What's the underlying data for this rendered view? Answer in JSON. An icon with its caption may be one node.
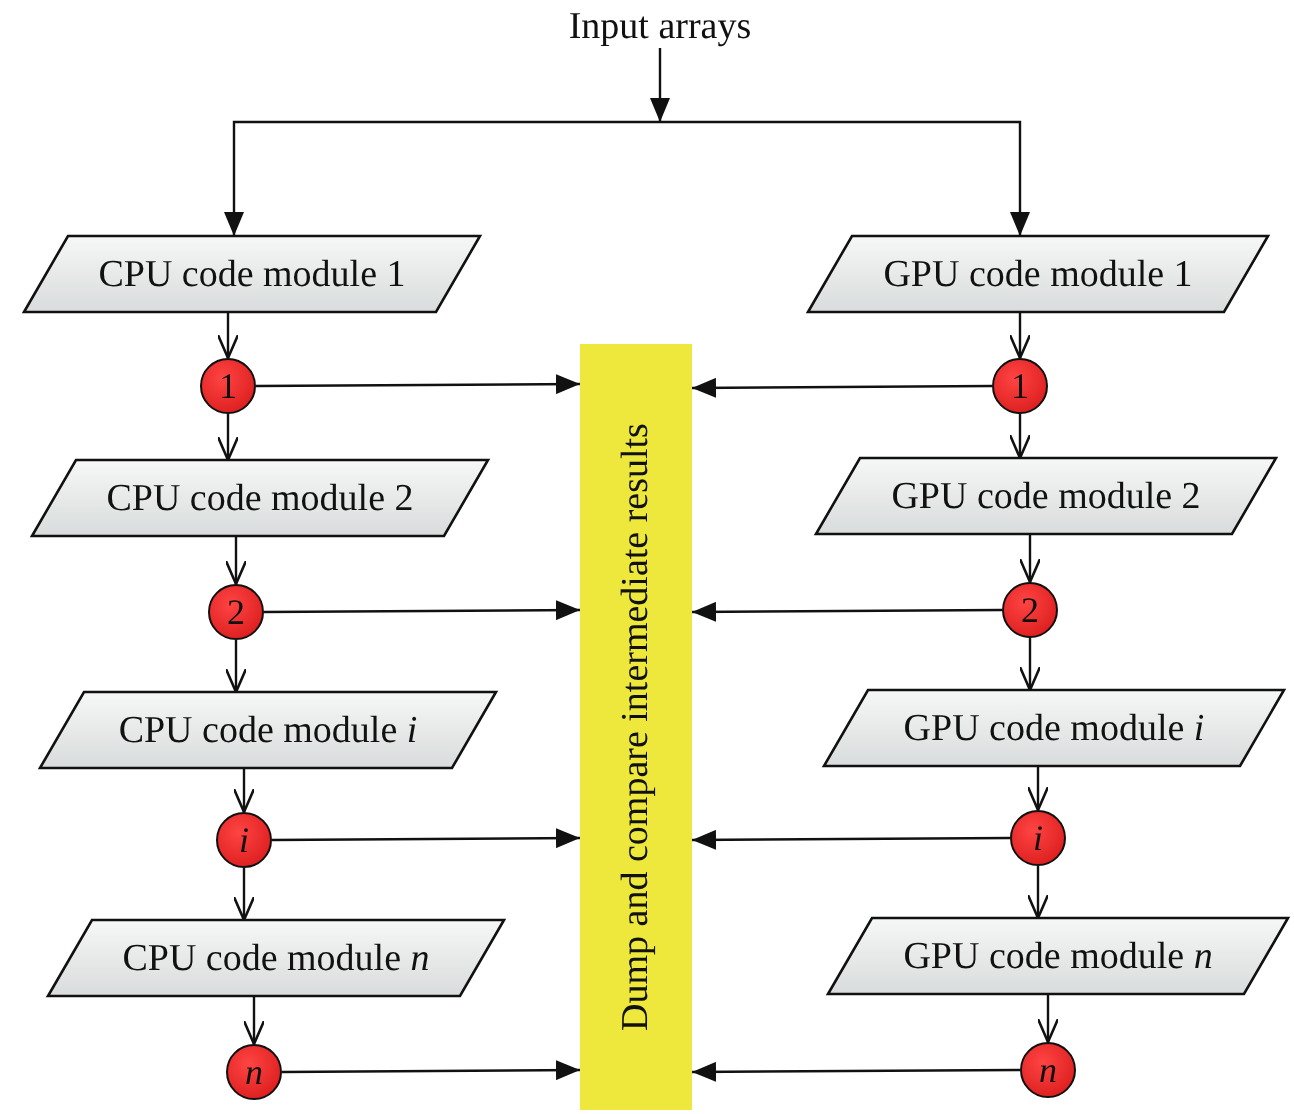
{
  "diagram": {
    "nodes": [
      {
        "text": [
          "Input arrays"
        ]
      },
      {
        "text": [
          "CPU code module 1"
        ]
      },
      {
        "text": [
          "GPU code module 1"
        ]
      },
      {
        "text": [
          "1"
        ]
      },
      {
        "text": [
          "1"
        ]
      },
      {
        "text": [
          "CPU code module 2"
        ]
      },
      {
        "text": [
          "GPU code module 2"
        ]
      },
      {
        "text": [
          "2"
        ]
      },
      {
        "text": [
          "2"
        ]
      },
      {
        "text": [
          "CPU code module *i*"
        ]
      },
      {
        "text": [
          "GPU code module *i*"
        ]
      },
      {
        "text": [
          "*i*"
        ]
      },
      {
        "text": [
          "*i*"
        ]
      },
      {
        "text": [
          "CPU code module *n*"
        ]
      },
      {
        "text": [
          "GPU code module *n*"
        ]
      },
      {
        "text": [
          "*n*"
        ]
      },
      {
        "text": [
          "*n*"
        ]
      },
      {
        "text": [
          "Dump and compare intermediate results"
        ]
      }
    ],
    "edges": [
      {
        "from": 0,
        "to": 1,
        "arrow": "to"
      },
      {
        "from": 0,
        "to": 2,
        "arrow": "to"
      },
      {
        "from": 1,
        "to": 3,
        "arrow": "to"
      },
      {
        "from": 2,
        "to": 4,
        "arrow": "to"
      },
      {
        "from": 3,
        "to": 5,
        "arrow": "to"
      },
      {
        "from": 4,
        "to": 6,
        "arrow": "to"
      },
      {
        "from": 5,
        "to": 7,
        "arrow": "to"
      },
      {
        "from": 6,
        "to": 8,
        "arrow": "to"
      },
      {
        "from": 7,
        "to": 9,
        "arrow": "to"
      },
      {
        "from": 8,
        "to": 10,
        "arrow": "to"
      },
      {
        "from": 9,
        "to": 11,
        "arrow": "to"
      },
      {
        "from": 10,
        "to": 12,
        "arrow": "to"
      },
      {
        "from": 11,
        "to": 13,
        "arrow": "to"
      },
      {
        "from": 12,
        "to": 14,
        "arrow": "to"
      },
      {
        "from": 13,
        "to": 15,
        "arrow": "to"
      },
      {
        "from": 14,
        "to": 16,
        "arrow": "to"
      },
      {
        "from": 3,
        "to": 17,
        "arrow": "to"
      },
      {
        "from": 4,
        "to": 17,
        "arrow": "to"
      },
      {
        "from": 7,
        "to": 17,
        "arrow": "to"
      },
      {
        "from": 8,
        "to": 17,
        "arrow": "to"
      },
      {
        "from": 11,
        "to": 17,
        "arrow": "to"
      },
      {
        "from": 12,
        "to": 17,
        "arrow": "to"
      },
      {
        "from": 15,
        "to": 17,
        "arrow": "to"
      },
      {
        "from": 16,
        "to": 17,
        "arrow": "to"
      }
    ]
  }
}
